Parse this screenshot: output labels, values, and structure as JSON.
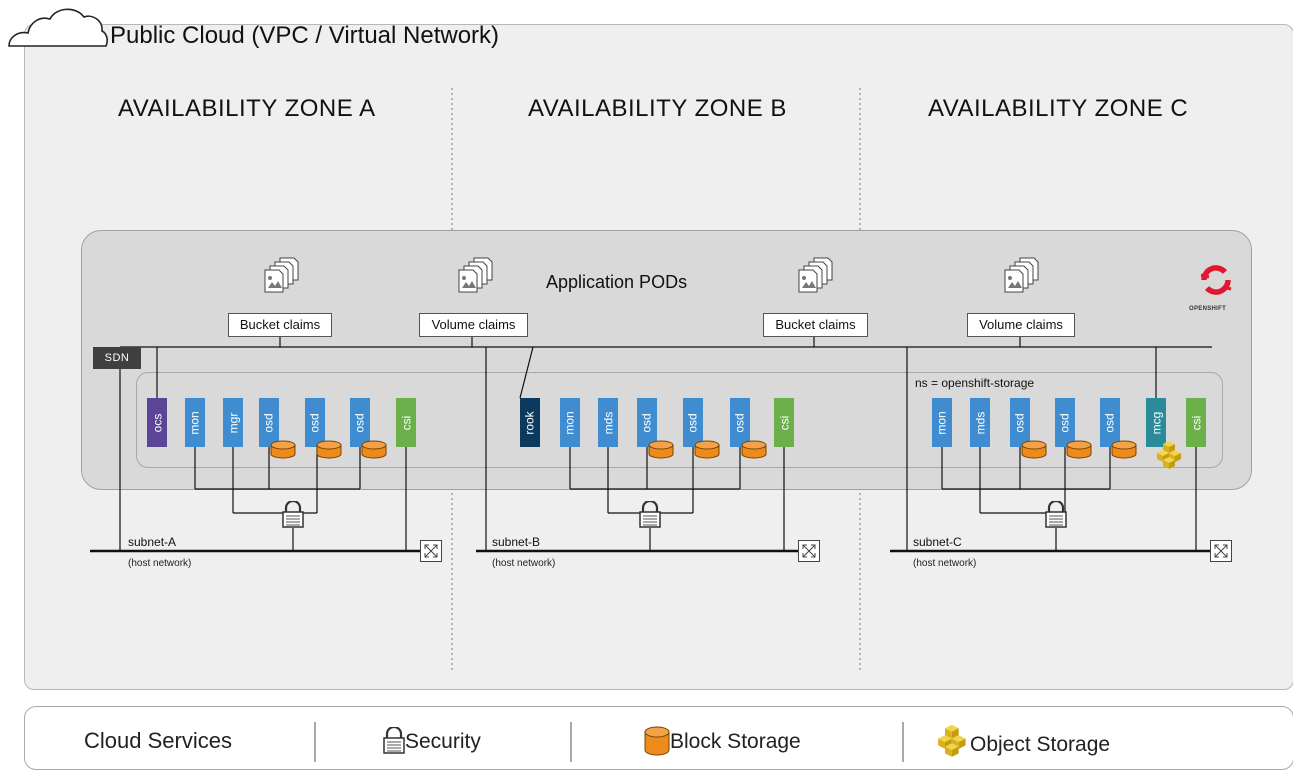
{
  "cloud": {
    "title": "Public Cloud (VPC / Virtual Network)"
  },
  "zones": [
    "AVAILABILITY ZONE A",
    "AVAILABILITY ZONE B",
    "AVAILABILITY ZONE C"
  ],
  "cluster": {
    "application_pods_label": "Application PODs",
    "claims": [
      "Bucket claims",
      "Volume claims",
      "Bucket claims",
      "Volume claims"
    ],
    "sdn_label": "SDN",
    "namespace_label": "ns = openshift-storage",
    "openshift_logo_text": "OPENSHIFT"
  },
  "pods": {
    "zone_a": [
      "ocs",
      "mon",
      "mgr",
      "osd",
      "osd",
      "osd",
      "csi"
    ],
    "zone_b": [
      "rook",
      "mon",
      "mds",
      "osd",
      "osd",
      "osd",
      "csi"
    ],
    "zone_c": [
      "mon",
      "mds",
      "osd",
      "osd",
      "osd",
      "mcg",
      "csi"
    ]
  },
  "subnets": [
    {
      "label": "subnet-A",
      "sub": "(host network)"
    },
    {
      "label": "subnet-B",
      "sub": "(host network)"
    },
    {
      "label": "subnet-C",
      "sub": "(host network)"
    }
  ],
  "legend": {
    "cloud_services": "Cloud Services",
    "security": "Security",
    "block_storage": "Block Storage",
    "object_storage": "Object Storage"
  },
  "colors": {
    "pod_blue": "#3f8dd0",
    "ocs_purple": "#5a4596",
    "rook_navy": "#0b3a5e",
    "csi_green": "#6bb04a",
    "mcg_teal": "#2a8c9a",
    "block_storage_orange": "#ec8a1b",
    "object_storage_yellow": "#e8c11e"
  },
  "icons": [
    "cloud-icon",
    "document-stack-icon",
    "openshift-logo-icon",
    "lock-icon",
    "network-switch-icon",
    "block-storage-icon",
    "object-storage-icon"
  ]
}
